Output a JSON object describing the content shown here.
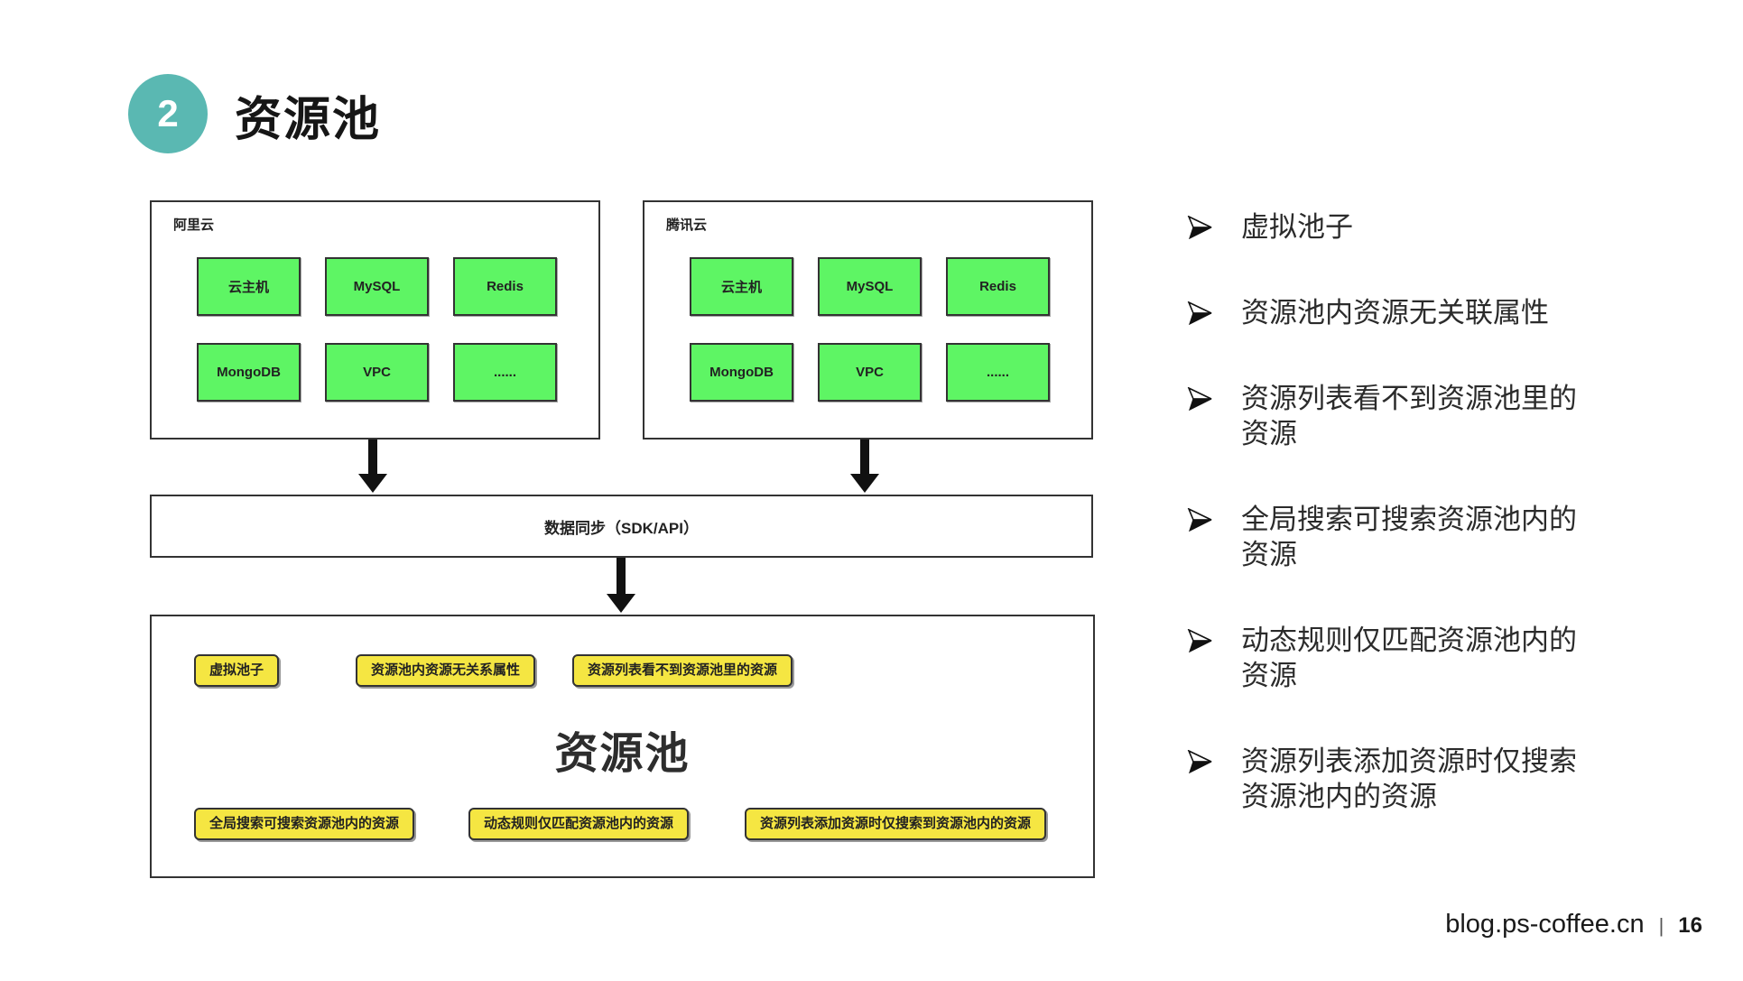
{
  "header": {
    "badge": "2",
    "title": "资源池"
  },
  "diagram": {
    "clouds": [
      {
        "label": "阿里云",
        "services": [
          "云主机",
          "MySQL",
          "Redis",
          "MongoDB",
          "VPC",
          "......"
        ]
      },
      {
        "label": "腾讯云",
        "services": [
          "云主机",
          "MySQL",
          "Redis",
          "MongoDB",
          "VPC",
          "......"
        ]
      }
    ],
    "sync_box_label": "数据同步（SDK/API）",
    "pool": {
      "title": "资源池",
      "top_tags": [
        "虚拟池子",
        "资源池内资源无关系属性",
        "资源列表看不到资源池里的资源"
      ],
      "bottom_tags": [
        "全局搜索可搜索资源池内的资源",
        "动态规则仅匹配资源池内的资源",
        "资源列表添加资源时仅搜索到资源池内的资源"
      ]
    }
  },
  "bullets": [
    "虚拟池子",
    "资源池内资源无关联属性",
    "资源列表看不到资源池里的资源",
    "全局搜索可搜索资源池内的资源",
    "动态规则仅匹配资源池内的资源",
    "资源列表添加资源时仅搜索资源池内的资源"
  ],
  "footer": {
    "site": "blog.ps-coffee.cn",
    "separator": "|",
    "page": "16"
  },
  "colors": {
    "accent_teal": "#5ab8b2",
    "green_fill": "#5ef564",
    "yellow_fill": "#f5e642",
    "border": "#333333"
  }
}
